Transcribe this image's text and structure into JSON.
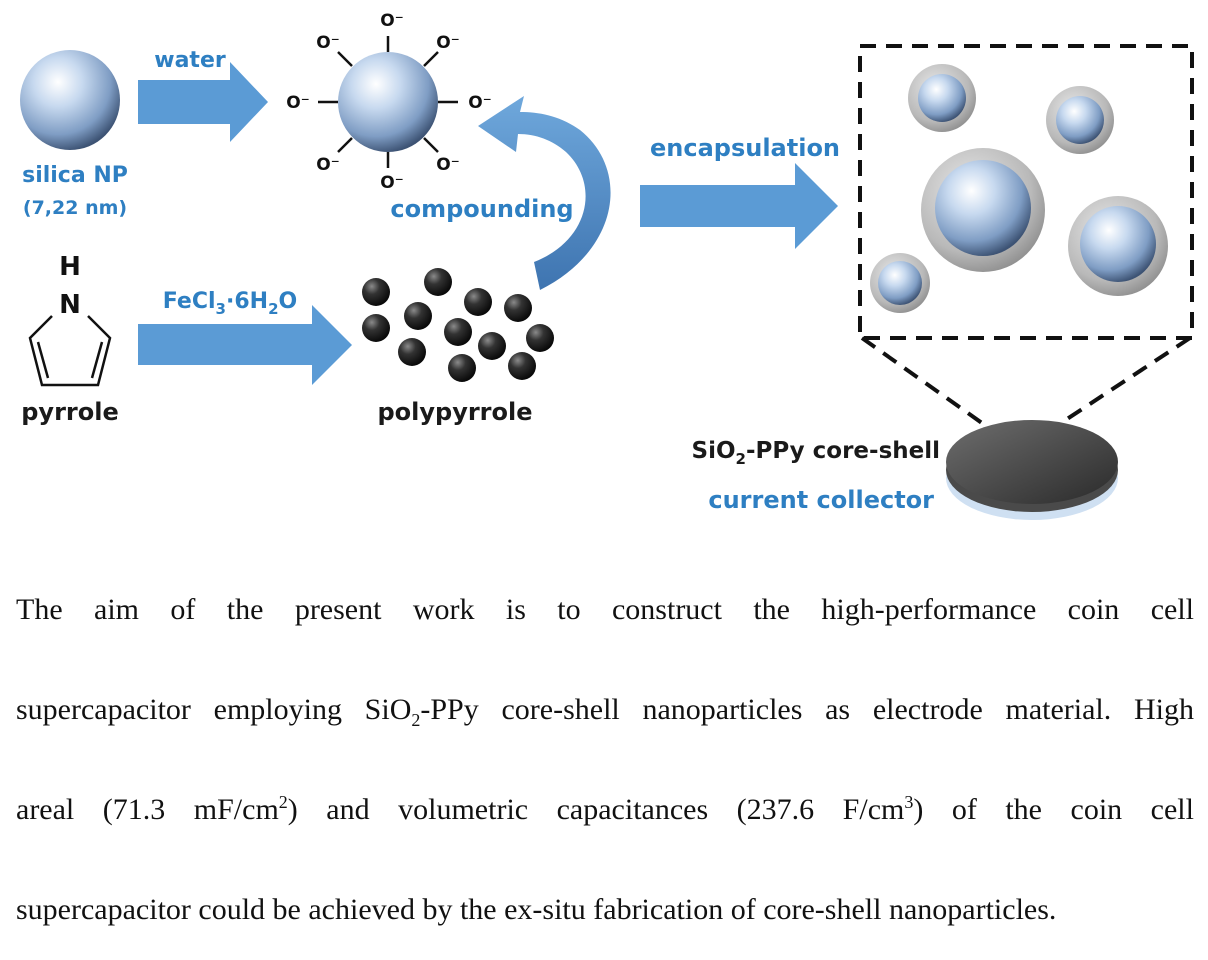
{
  "labels": {
    "water": "water",
    "silica_np": "silica NP",
    "silica_size": "(7,22 nm)",
    "compounding": "compounding",
    "encapsulation": "encapsulation",
    "h_atom": "H",
    "n_atom": "N",
    "pyrrole": "pyrrole",
    "oxidant_fe": "FeCl",
    "oxidant_sub3": "3",
    "oxidant_mid": "·6H",
    "oxidant_sub2": "2",
    "oxidant_o": "O",
    "polypyrrole": "polypyrrole",
    "core_shell_pre": "SiO",
    "core_shell_sub": "2",
    "core_shell_post": "-PPy core-shell",
    "current_collector": "current collector",
    "oxygen_minus": "O⁻"
  },
  "abstract": {
    "line1": "The aim of the present work is to construct the high-performance coin cell",
    "line2_pre": "supercapacitor employing SiO",
    "line2_sub": "2",
    "line2_post": "-PPy core-shell nanoparticles as electrode material. High",
    "line3_pre": "areal (71.3 mF/cm",
    "line3_sup1": "2",
    "line3_mid": ") and volumetric capacitances (237.6 F/cm",
    "line3_sup2": "3",
    "line3_post": ") of the coin cell",
    "line4": "supercapacitor could be achieved by the ex-situ fabrication of core-shell nanoparticles."
  },
  "colors": {
    "arrow_blue": "#5b9bd5",
    "label_blue": "#2e7fc2",
    "silica": "#a9c4e4",
    "ppy": "#2b2b2b"
  }
}
